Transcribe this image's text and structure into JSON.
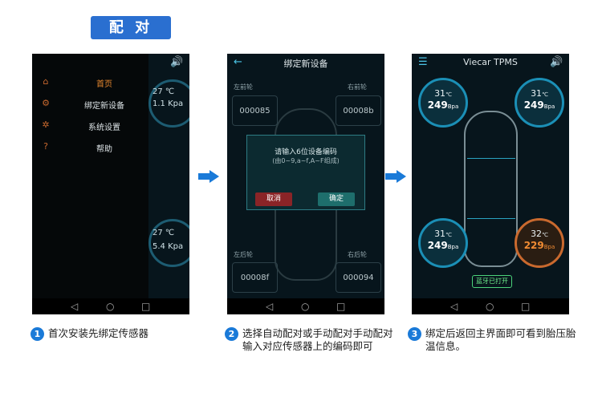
{
  "title": "配 对",
  "arrow_icon": "right-arrow-icon",
  "phone1": {
    "menu": [
      {
        "label": "首页",
        "icon": "home-icon",
        "active": true
      },
      {
        "label": "绑定新设备",
        "icon": "bind-device-icon",
        "active": false
      },
      {
        "label": "系统设置",
        "icon": "gear-icon",
        "active": false
      },
      {
        "label": "帮助",
        "icon": "help-icon",
        "active": false
      }
    ],
    "bg_top_temp": "27 ℃",
    "bg_top_press": "1.1 Kpa",
    "bg_bottom_temp": "27 ℃",
    "bg_bottom_press": "5.4 Kpa"
  },
  "phone2": {
    "title": "绑定新设备",
    "slots": [
      {
        "label": "左前轮",
        "code": "000085"
      },
      {
        "label": "右前轮",
        "code": "00008b"
      },
      {
        "label": "左后轮",
        "code": "00008f"
      },
      {
        "label": "右后轮",
        "code": "000094"
      }
    ],
    "dialog": {
      "prompt": "请输入6位设备编码",
      "hint": "(由0~9,a~f,A~F组成)",
      "cancel": "取消",
      "confirm": "确定"
    }
  },
  "phone3": {
    "title": "Viecar TPMS",
    "tires": [
      {
        "temp": "31",
        "pressure": "249"
      },
      {
        "temp": "31",
        "pressure": "249"
      },
      {
        "temp": "31",
        "pressure": "249"
      },
      {
        "temp": "32",
        "pressure": "229"
      }
    ],
    "temp_unit": "℃",
    "pressure_unit": "Bpa",
    "status": "蓝牙已打开"
  },
  "captions": [
    {
      "num": "1",
      "text": "首次安装先绑定传感器"
    },
    {
      "num": "2",
      "text": "选择自动配对或手动配对手动配对输入对应传感器上的编码即可"
    },
    {
      "num": "3",
      "text": "绑定后返回主界面即可看到胎压胎温信息。"
    }
  ],
  "navbar": {
    "back": "◁",
    "home": "○",
    "recent": "□"
  },
  "colors": {
    "accent": "#1a7ad8",
    "warn": "#c9692e",
    "hud": "#1b8fb6"
  }
}
